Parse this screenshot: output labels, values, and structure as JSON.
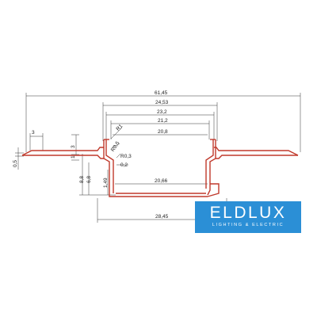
{
  "dimensions": {
    "overall_width": "61,45",
    "top_width": "24,53",
    "w_23_2": "23,2",
    "w_21_2": "21,2",
    "w_20_8": "20,8",
    "bottom_inner": "20,66",
    "bottom_outer": "28,45",
    "flange_3": "3",
    "left_3": "3",
    "left_1": "1",
    "thickness_0_5": "0,5",
    "r_1": "R1",
    "r_0_5": "R0,5",
    "r_0_3": "R0,3",
    "t_0_2": "0,2",
    "h_8_8": "8,8",
    "h_6_8": "6,8",
    "h_1_49": "1,49"
  },
  "logo": {
    "main": "ELDLUX",
    "sub": "LIGHTING & ELECTRIC"
  },
  "colors": {
    "profile": "#c0392b",
    "logo_bg": "#2b8fd6"
  }
}
